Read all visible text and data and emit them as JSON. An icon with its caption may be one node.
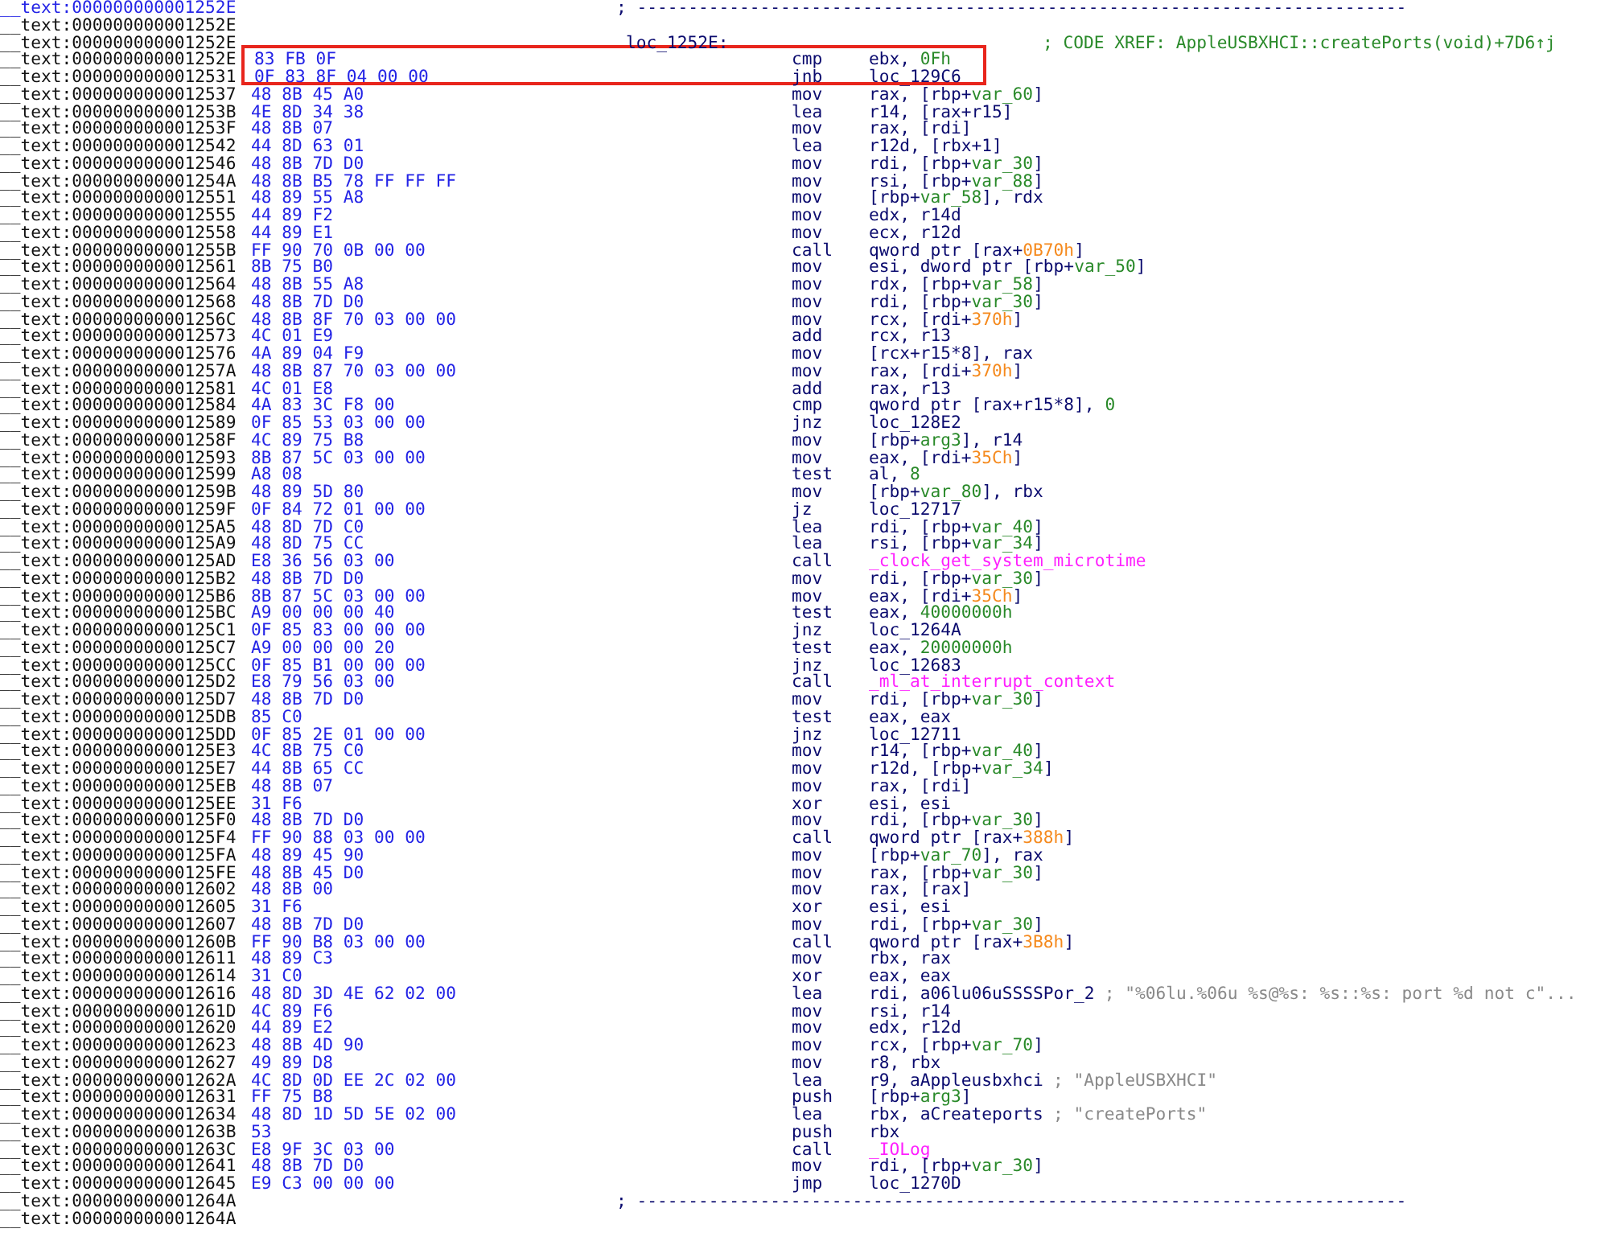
{
  "diagram": {
    "nodes": [
      {
        "text": [
          "83 FB 0F",
          "cmp",
          "ebx, 0Fh",
          "0F 83 8F 04 00 00",
          "jnb",
          "loc_129C6"
        ]
      }
    ],
    "labels": [
      "__text:000000000001252E",
      "; ---------------------------------------------------------------------------",
      "__text:000000000001252E",
      "__text:000000000001252E",
      "loc_1252E:",
      "; CODE XREF: AppleUSBXHCI::createPorts(void)+7D6↑j",
      "__text:000000000001252E",
      "__text:0000000000012531",
      "__text:0000000000012537",
      "48 8B 45 A0",
      "mov",
      "rax, [rbp+var_60]",
      "__text:000000000001253B",
      "4E 8D 34 38",
      "lea",
      "r14, [rax+r15]",
      "__text:000000000001253F",
      "48 8B 07",
      "mov",
      "rax, [rdi]",
      "__text:0000000000012542",
      "44 8D 63 01",
      "lea",
      "r12d, [rbx+1]",
      "__text:0000000000012546",
      "48 8B 7D D0",
      "mov",
      "rdi, [rbp+var_30]",
      "__text:000000000001254A",
      "48 8B B5 78 FF FF FF",
      "mov",
      "rsi, [rbp+var_88]",
      "__text:0000000000012551",
      "48 89 55 A8",
      "mov",
      "[rbp+var_58], rdx",
      "__text:0000000000012555",
      "44 89 F2",
      "mov",
      "edx, r14d",
      "__text:0000000000012558",
      "44 89 E1",
      "mov",
      "ecx, r12d",
      "__text:000000000001255B",
      "FF 90 70 0B 00 00",
      "call",
      "qword ptr [rax+0B70h]",
      "__text:0000000000012561",
      "8B 75 B0",
      "mov",
      "esi, dword ptr [rbp+var_50]",
      "__text:0000000000012564",
      "48 8B 55 A8",
      "mov",
      "rdx, [rbp+var_58]",
      "__text:0000000000012568",
      "48 8B 7D D0",
      "mov",
      "rdi, [rbp+var_30]",
      "__text:000000000001256C",
      "48 8B 8F 70 03 00 00",
      "mov",
      "rcx, [rdi+370h]",
      "__text:0000000000012573",
      "4C 01 E9",
      "add",
      "rcx, r13",
      "__text:0000000000012576",
      "4A 89 04 F9",
      "mov",
      "[rcx+r15*8], rax",
      "__text:000000000001257A",
      "48 8B 87 70 03 00 00",
      "mov",
      "rax, [rdi+370h]",
      "__text:0000000000012581",
      "4C 01 E8",
      "add",
      "rax, r13",
      "__text:0000000000012584",
      "4A 83 3C F8 00",
      "cmp",
      "qword ptr [rax+r15*8], 0",
      "__text:0000000000012589",
      "0F 85 53 03 00 00",
      "jnz",
      "loc_128E2",
      "__text:000000000001258F",
      "4C 89 75 B8",
      "mov",
      "[rbp+arg3], r14",
      "__text:0000000000012593",
      "8B 87 5C 03 00 00",
      "mov",
      "eax, [rdi+35Ch]",
      "__text:0000000000012599",
      "A8 08",
      "test",
      "al, 8",
      "__text:000000000001259B",
      "48 89 5D 80",
      "mov",
      "[rbp+var_80], rbx",
      "__text:000000000001259F",
      "0F 84 72 01 00 00",
      "jz",
      "loc_12717",
      "__text:00000000000125A5",
      "48 8D 7D C0",
      "lea",
      "rdi, [rbp+var_40]",
      "__text:00000000000125A9",
      "48 8D 75 CC",
      "lea",
      "rsi, [rbp+var_34]",
      "__text:00000000000125AD",
      "E8 36 56 03 00",
      "call",
      "_clock_get_system_microtime",
      "__text:00000000000125B2",
      "48 8B 7D D0",
      "mov",
      "rdi, [rbp+var_30]",
      "__text:00000000000125B6",
      "8B 87 5C 03 00 00",
      "mov",
      "eax, [rdi+35Ch]",
      "__text:00000000000125BC",
      "A9 00 00 00 40",
      "test",
      "eax, 40000000h",
      "__text:00000000000125C1",
      "0F 85 83 00 00 00",
      "jnz",
      "loc_1264A",
      "__text:00000000000125C7",
      "A9 00 00 00 20",
      "test",
      "eax, 20000000h",
      "__text:00000000000125CC",
      "0F 85 B1 00 00 00",
      "jnz",
      "loc_12683",
      "__text:00000000000125D2",
      "E8 79 56 03 00",
      "call",
      "_ml_at_interrupt_context",
      "__text:00000000000125D7",
      "48 8B 7D D0",
      "mov",
      "rdi, [rbp+var_30]",
      "__text:00000000000125DB",
      "85 C0",
      "test",
      "eax, eax",
      "__text:00000000000125DD",
      "0F 85 2E 01 00 00",
      "jnz",
      "loc_12711",
      "__text:00000000000125E3",
      "4C 8B 75 C0",
      "mov",
      "r14, [rbp+var_40]",
      "__text:00000000000125E7",
      "44 8B 65 CC",
      "mov",
      "r12d, [rbp+var_34]",
      "__text:00000000000125EB",
      "48 8B 07",
      "mov",
      "rax, [rdi]",
      "__text:00000000000125EE",
      "31 F6",
      "xor",
      "esi, esi",
      "__text:00000000000125F0",
      "48 8B 7D D0",
      "mov",
      "rdi, [rbp+var_30]",
      "__text:00000000000125F4",
      "FF 90 88 03 00 00",
      "call",
      "qword ptr [rax+388h]",
      "__text:00000000000125FA",
      "48 89 45 90",
      "mov",
      "[rbp+var_70], rax",
      "__text:00000000000125FE",
      "48 8B 45 D0",
      "mov",
      "rax, [rbp+var_30]",
      "__text:0000000000012602",
      "48 8B 00",
      "mov",
      "rax, [rax]",
      "__text:0000000000012605",
      "31 F6",
      "xor",
      "esi, esi",
      "__text:0000000000012607",
      "48 8B 7D D0",
      "mov",
      "rdi, [rbp+var_30]",
      "__text:000000000001260B",
      "FF 90 B8 03 00 00",
      "call",
      "qword ptr [rax+3B8h]",
      "__text:0000000000012611",
      "48 89 C3",
      "mov",
      "rbx, rax",
      "__text:0000000000012614",
      "31 C0",
      "xor",
      "eax, eax",
      "__text:0000000000012616",
      "48 8D 3D 4E 62 02 00",
      "lea",
      "rdi, a06lu06uSSSSPor_2",
      "; \"%06lu.%06u %s@%s: %s::%s: port %d not c\"...",
      "__text:000000000001261D",
      "4C 89 F6",
      "mov",
      "rsi, r14",
      "__text:0000000000012620",
      "44 89 E2",
      "mov",
      "edx, r12d",
      "__text:0000000000012623",
      "48 8B 4D 90",
      "mov",
      "rcx, [rbp+var_70]",
      "__text:0000000000012627",
      "49 89 D8",
      "mov",
      "r8, rbx",
      "__text:000000000001262A",
      "4C 8D 0D EE 2C 02 00",
      "lea",
      "r9, aAppleusbxhci",
      "; \"AppleUSBXHCI\"",
      "__text:0000000000012631",
      "FF 75 B8",
      "push",
      "[rbp+arg3]",
      "__text:0000000000012634",
      "48 8D 1D 5D 5E 02 00",
      "lea",
      "rbx, aCreateports",
      "; \"createPorts\"",
      "__text:000000000001263B",
      "53",
      "push",
      "rbx",
      "__text:000000000001263C",
      "E8 9F 3C 03 00",
      "call",
      "_IOLog",
      "__text:0000000000012641",
      "48 8B 7D D0",
      "mov",
      "rdi, [rbp+var_30]",
      "__text:0000000000012645",
      "E9 C3 00 00 00",
      "jmp",
      "loc_1270D",
      "__text:000000000001264A",
      "; ---------------------------------------------------------------------------",
      "__text:000000000001264A"
    ]
  }
}
